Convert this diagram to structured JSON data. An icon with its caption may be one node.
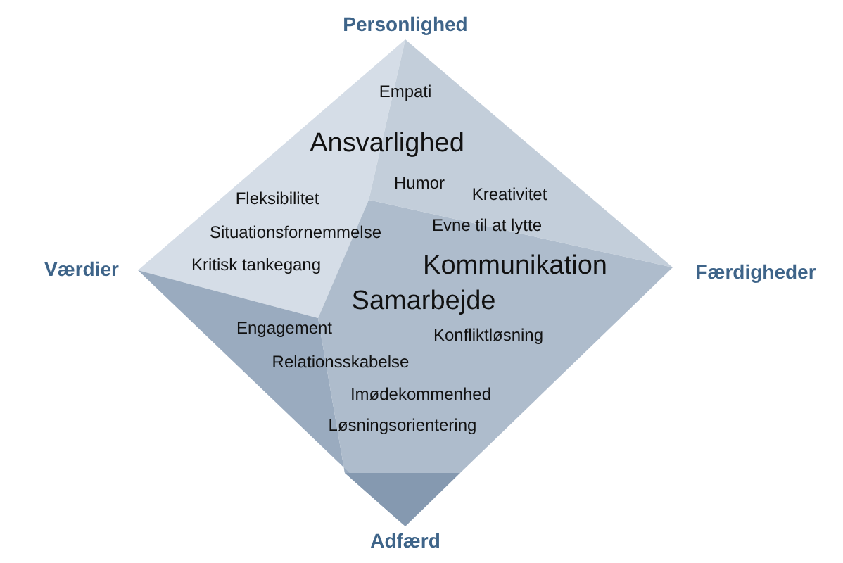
{
  "diagram": {
    "labels": [
      "Personlighed",
      "Empati",
      "Ansvarlighed",
      "Humor",
      "Kreativitet",
      "Fleksibilitet",
      "Evne til at lytte",
      "Situationsfornemmelse",
      "Værdier",
      "Kritisk tankegang",
      "Kommunikation",
      "Færdigheder",
      "Samarbejde",
      "Engagement",
      "Konfliktløsning",
      "Relationsskabelse",
      "Imødekommenhed",
      "Løsningsorientering",
      "Adfærd"
    ]
  }
}
